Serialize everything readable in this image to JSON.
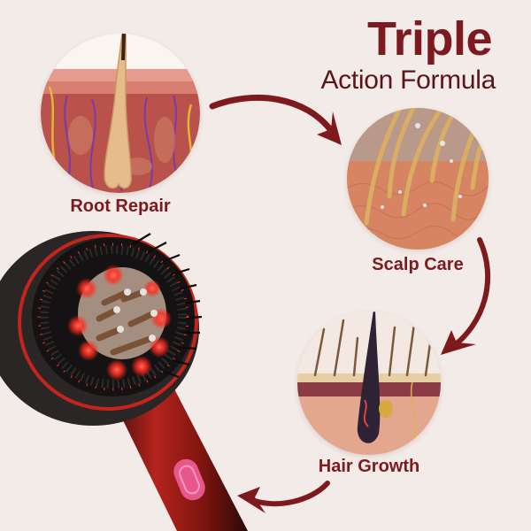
{
  "header": {
    "title": "Triple",
    "subtitle": "Action Formula"
  },
  "steps": [
    {
      "label": "Root Repair",
      "image": "skin-cross-section-hair-root-illustration"
    },
    {
      "label": "Scalp Care",
      "image": "scalp-surface-hair-strands-illustration"
    },
    {
      "label": "Hair Growth",
      "image": "hair-follicle-growth-illustration"
    }
  ],
  "product": {
    "image": "red-light-therapy-scalp-massager-brush"
  },
  "colors": {
    "background": "#f2ebe8",
    "accent": "#7d1a1f",
    "arrow": "#7e1a1e",
    "device_red": "#b5231c",
    "led_red": "#ff2a1f",
    "button_pink": "#e8578a"
  },
  "icons": {
    "arrows": [
      "curved-arrow-right-icon",
      "curved-arrow-down-icon",
      "curved-arrow-left-icon"
    ]
  }
}
